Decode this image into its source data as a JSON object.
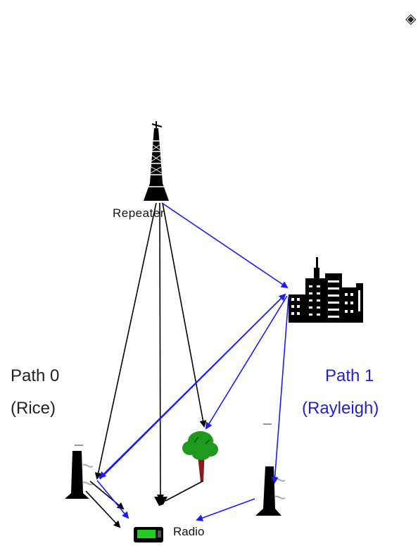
{
  "labels": {
    "repeater": "Repeater",
    "path0_title": "Path 0",
    "path0_sub": "(Rice)",
    "path1_title": "Path 1",
    "path1_sub": "(Rayleigh)",
    "radio": "Radio"
  },
  "corner_glyph": "◈",
  "colors": {
    "direct_path": "#000000",
    "scatter_path": "#1a1aff",
    "path1_text": "#2222cc",
    "tree_foliage": "#1f9a1f",
    "tree_trunk": "#8b1a1a",
    "radio_screen": "#22cc22"
  }
}
